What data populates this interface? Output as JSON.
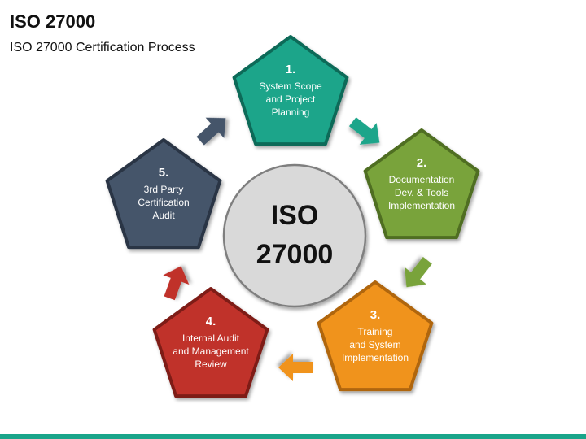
{
  "header": {
    "title": "ISO 27000",
    "subtitle": "ISO 27000 Certification Process"
  },
  "center": {
    "line1": "ISO",
    "line2": "27000"
  },
  "steps": [
    {
      "number": "1.",
      "lines": [
        "System Scope",
        "and Project",
        "Planning"
      ],
      "fill": "#1aa58a",
      "stroke": "#0e6b59"
    },
    {
      "number": "2.",
      "lines": [
        "Documentation",
        "Dev. & Tools",
        "Implementation"
      ],
      "fill": "#79a33a",
      "stroke": "#4f6e20"
    },
    {
      "number": "3.",
      "lines": [
        "Training",
        "and System",
        "Implementation"
      ],
      "fill": "#f0931f",
      "stroke": "#b06610"
    },
    {
      "number": "4.",
      "lines": [
        "Internal Audit",
        "and Management",
        "Review"
      ],
      "fill": "#c0312c",
      "stroke": "#7e1c18"
    },
    {
      "number": "5.",
      "lines": [
        "3rd Party",
        "Certification",
        "Audit"
      ],
      "fill": "#44546a",
      "stroke": "#2a3545"
    }
  ],
  "colors": {
    "center_fill": "#d9d9d9",
    "center_stroke": "#7f7f7f",
    "accent_bar": "#1aa58a"
  }
}
